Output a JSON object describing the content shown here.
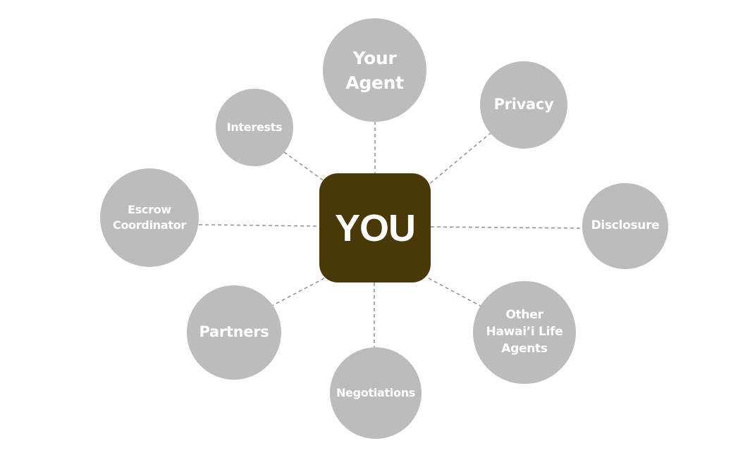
{
  "diagram": {
    "center": {
      "label": "YOU",
      "color": "#4a3808"
    },
    "node_color": "#bcbcbc",
    "line_color": "#888888",
    "nodes": [
      {
        "id": "your-agent",
        "label": "Your\nAgent"
      },
      {
        "id": "privacy",
        "label": "Privacy"
      },
      {
        "id": "disclosure",
        "label": "Disclosure"
      },
      {
        "id": "other-agents",
        "label": "Other\nHawai’i Life\nAgents"
      },
      {
        "id": "negotiations",
        "label": "Negotiations"
      },
      {
        "id": "partners",
        "label": "Partners"
      },
      {
        "id": "escrow",
        "label": "Escrow\nCoordinator"
      },
      {
        "id": "interests",
        "label": "Interests"
      }
    ]
  }
}
